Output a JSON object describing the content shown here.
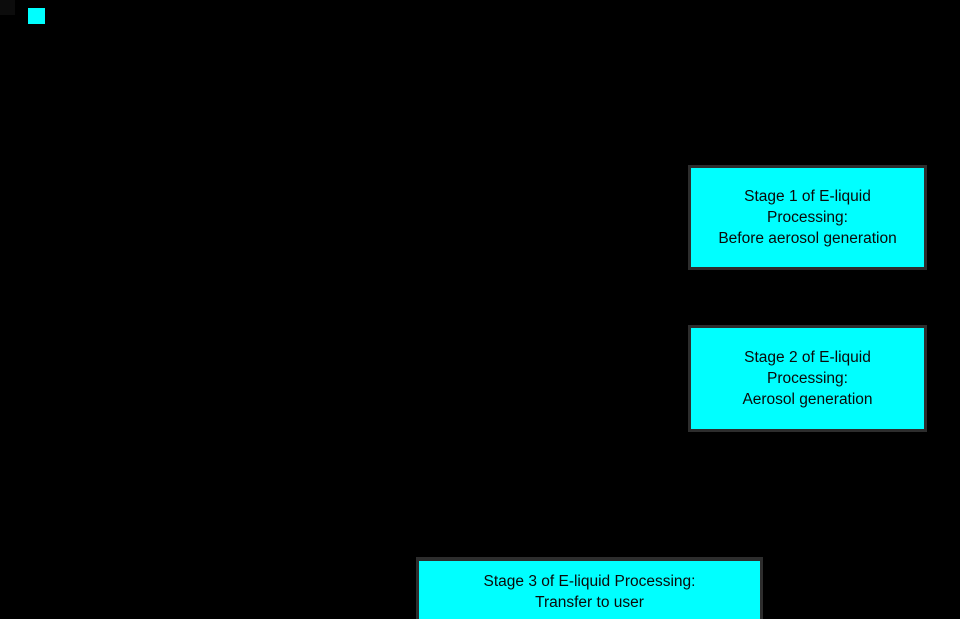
{
  "colors": {
    "background": "#000000",
    "box_fill": "#00ffff",
    "box_border": "#2d2d2d",
    "box_text": "#0a0a0a"
  },
  "diagram": {
    "type": "flowchart",
    "boxes": [
      {
        "id": "stage-1",
        "lines": [
          "Stage 1 of E-liquid",
          "Processing:",
          "Before aerosol generation"
        ]
      },
      {
        "id": "stage-2",
        "lines": [
          "Stage 2 of E-liquid",
          "Processing:",
          "Aerosol generation"
        ]
      },
      {
        "id": "stage-3",
        "lines": [
          "Stage 3 of E-liquid Processing:",
          "Transfer to user"
        ]
      }
    ],
    "legend_swatch_color": "#00ffff"
  }
}
